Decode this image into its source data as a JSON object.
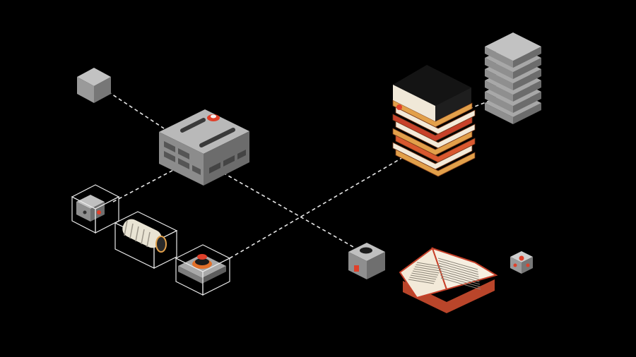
{
  "colors": {
    "background": "#000000",
    "connector": "#e6e6e6",
    "box_top": "#bdbdbd",
    "box_left": "#8f8f8f",
    "box_right": "#6f6f6f",
    "accent_red": "#e0402a",
    "accent_orange": "#e2a04a",
    "book_cover": "#141414",
    "paper": "#f3ead9",
    "wireframe": "#e8e8e8"
  },
  "nodes": [
    {
      "id": "small-cube",
      "icon": "cube-icon"
    },
    {
      "id": "central-server-hub",
      "icon": "server-hub-icon"
    },
    {
      "id": "disk-drive-module",
      "icon": "drive-icon"
    },
    {
      "id": "coil-cylinder-module",
      "icon": "coil-icon"
    },
    {
      "id": "red-button-module",
      "icon": "button-icon"
    },
    {
      "id": "junction-box",
      "icon": "junction-box-icon"
    },
    {
      "id": "book-stack",
      "icon": "book-stack-icon"
    },
    {
      "id": "stacked-layers",
      "icon": "stack-layers-icon"
    },
    {
      "id": "open-book",
      "icon": "open-book-icon"
    },
    {
      "id": "tiny-red-cube",
      "icon": "small-red-cube-icon"
    }
  ],
  "connections": [
    {
      "from": "small-cube",
      "to": "central-server-hub"
    },
    {
      "from": "disk-drive-module",
      "to": "central-server-hub"
    },
    {
      "from": "central-server-hub",
      "to": "junction-box"
    },
    {
      "from": "red-button-module",
      "to": "book-stack"
    },
    {
      "from": "book-stack",
      "to": "stacked-layers"
    }
  ]
}
